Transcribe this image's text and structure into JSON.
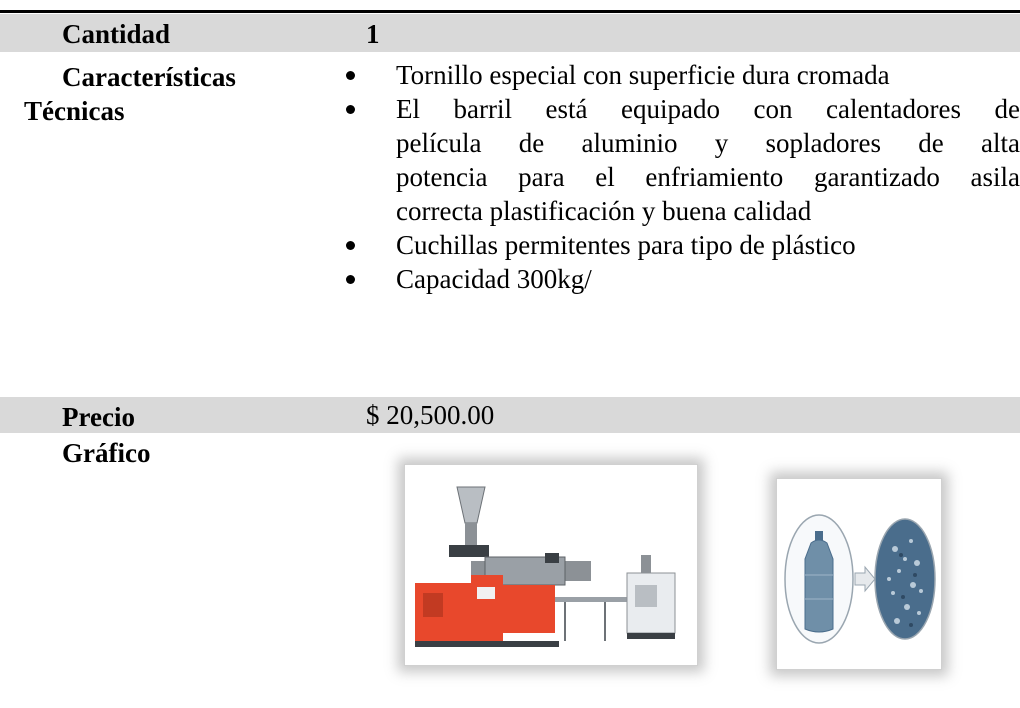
{
  "rows": {
    "cantidad": {
      "label": "Cantidad",
      "value": "1"
    },
    "caracteristicas": {
      "label_line1": "Características",
      "label_line2": "Técnicas",
      "items": [
        [
          "Tornillo especial con superficie dura cromada"
        ],
        [
          "El barril está equipado con calentadores de",
          "película de aluminio y sopladores de alta",
          "potencia para el enfriamiento garantizado asila",
          "correcta plastificación y buena calidad"
        ],
        [
          "Cuchillas permitentes para tipo de plástico"
        ],
        [
          "Capacidad 300kg/"
        ]
      ]
    },
    "precio": {
      "label": "Precio",
      "value": "$ 20,500.00"
    },
    "grafico": {
      "label": "Gráfico"
    }
  },
  "images": [
    {
      "icon": "extruder-machine-photo",
      "colors": {
        "body": "#e8482c",
        "steel": "#8c9196",
        "dark": "#3a3f44"
      }
    },
    {
      "icon": "bottle-to-flakes-photo",
      "colors": {
        "bottle": "#6f8fa8",
        "flakes": "#4a6d8c"
      }
    }
  ]
}
